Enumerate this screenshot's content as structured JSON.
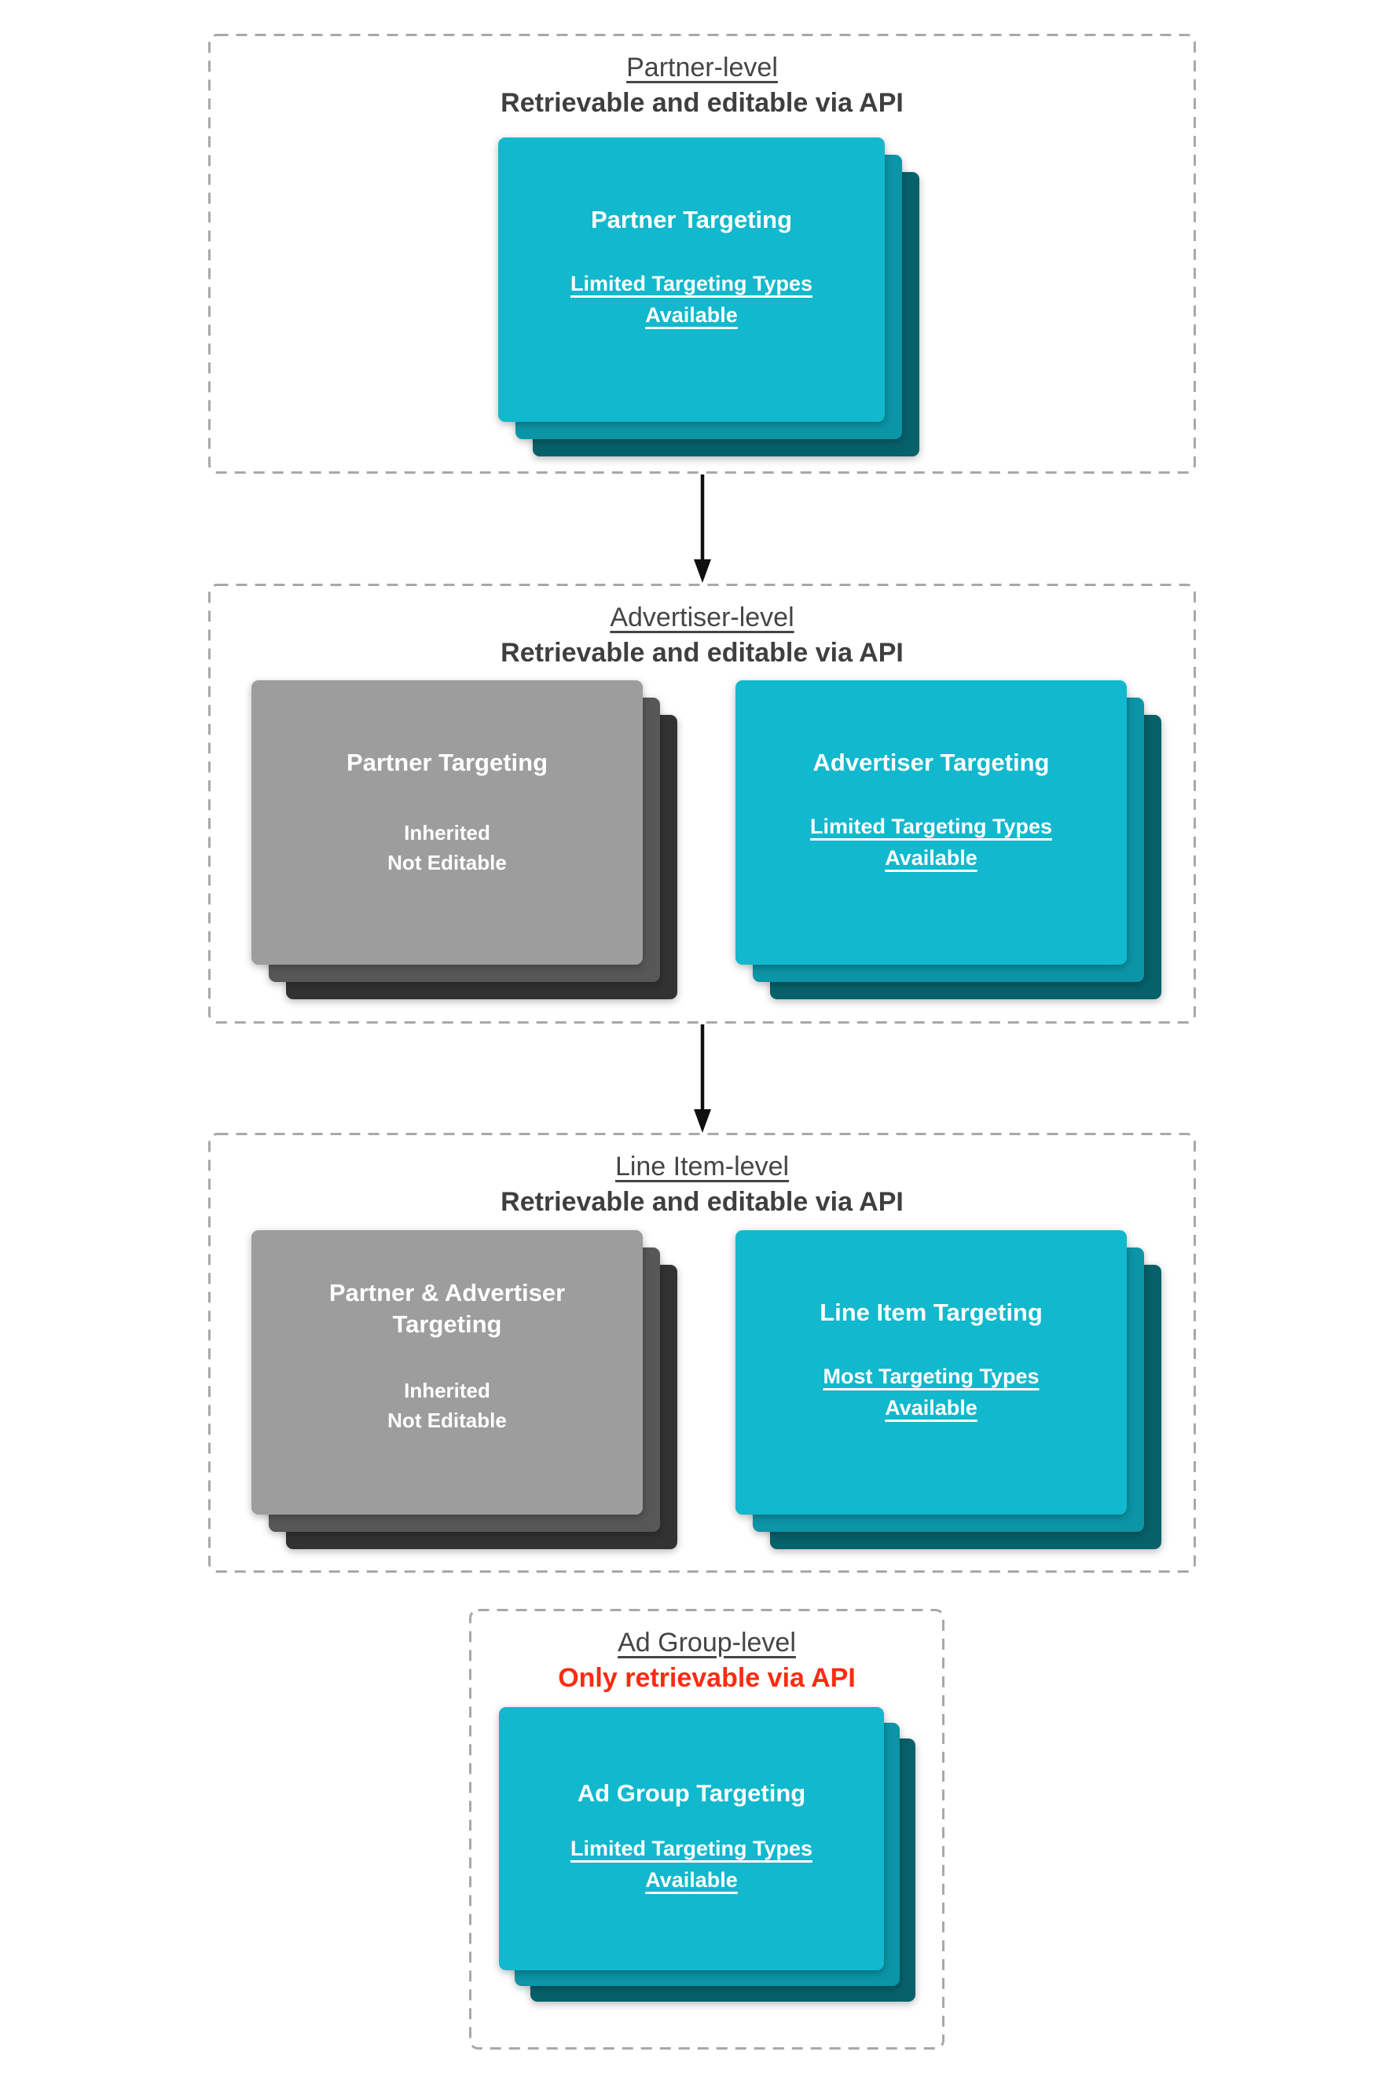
{
  "theme": {
    "bg": "#ffffff",
    "teal_front": "#12b8cd",
    "teal_mid": "#0b95a6",
    "teal_back": "#07616a",
    "gray_front": "#9d9d9d",
    "gray_mid": "#575757",
    "gray_back": "#323232",
    "heading": "#454545",
    "subtitle": "#3f3f3f",
    "red": "#fb2c11",
    "border": "#a8a8a8",
    "arrow": "#101010",
    "card_text": "#ffffff"
  },
  "diagram": {
    "sections": [
      {
        "title": "Partner-level",
        "subtitle": "Retrievable and editable via API",
        "cards": [
          {
            "style": "teal",
            "title_lines": [
              "Partner Targeting"
            ],
            "subtitle_lines": [
              "Limited Targeting Types",
              "Available"
            ]
          }
        ]
      },
      {
        "title": "Advertiser-level",
        "subtitle": "Retrievable and editable via API",
        "cards": [
          {
            "style": "gray",
            "title_lines": [
              "Partner Targeting"
            ],
            "body_lines": [
              "Inherited",
              "Not Editable"
            ]
          },
          {
            "style": "teal",
            "title_lines": [
              "Advertiser Targeting"
            ],
            "subtitle_lines": [
              "Limited Targeting Types",
              "Available"
            ]
          }
        ]
      },
      {
        "title": "Line Item-level",
        "subtitle": "Retrievable and editable via API",
        "cards": [
          {
            "style": "gray",
            "title_lines": [
              "Partner & Advertiser",
              "Targeting"
            ],
            "body_lines": [
              "Inherited",
              "Not Editable"
            ]
          },
          {
            "style": "teal",
            "title_lines": [
              "Line Item Targeting"
            ],
            "subtitle_lines": [
              "Most Targeting Types",
              "Available"
            ]
          }
        ]
      },
      {
        "title": "Ad Group-level",
        "subtitle": "Only retrievable via API",
        "cards": [
          {
            "style": "teal",
            "title_lines": [
              "Ad Group Targeting"
            ],
            "subtitle_lines": [
              "Limited Targeting Types",
              "Available"
            ]
          }
        ]
      }
    ]
  }
}
